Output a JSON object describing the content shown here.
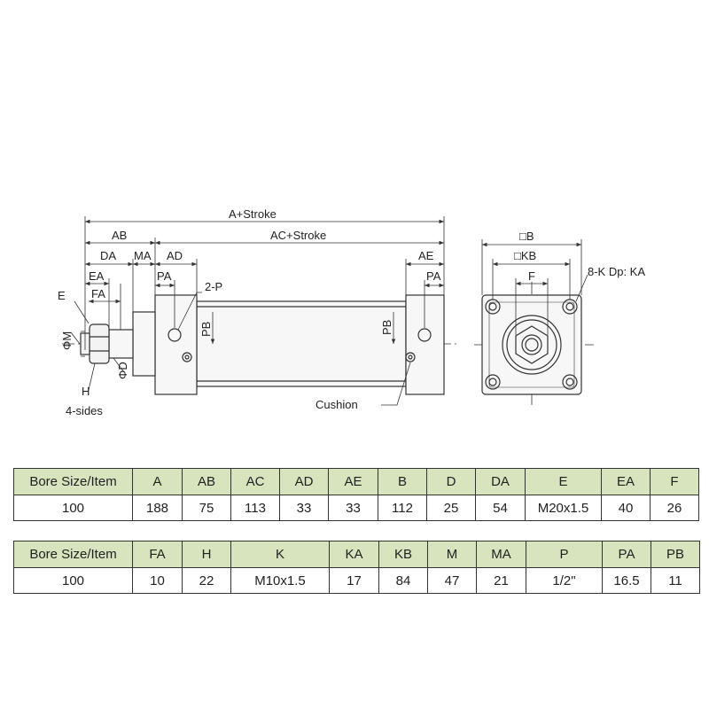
{
  "drawing": {
    "labels": {
      "a_stroke": "A+Stroke",
      "ab": "AB",
      "ac_stroke": "AC+Stroke",
      "da": "DA",
      "ma": "MA",
      "ad": "AD",
      "ae": "AE",
      "ea": "EA",
      "fa": "FA",
      "pa_left": "PA",
      "pa_right": "PA",
      "two_p": "2-P",
      "e": "E",
      "phi_m": "ΦM",
      "phi_d": "ΦD",
      "h": "H",
      "four_sides": "4-sides",
      "pb_left": "PB",
      "pb_right": "PB",
      "cushion": "Cushion",
      "b": "□B",
      "kb": "□KB",
      "f": "F",
      "k_dp": "8-K Dp: KA"
    }
  },
  "table1": {
    "headers": [
      "Bore Size/Item",
      "A",
      "AB",
      "AC",
      "AD",
      "AE",
      "B",
      "D",
      "DA",
      "E",
      "EA",
      "F"
    ],
    "values": [
      "100",
      "188",
      "75",
      "113",
      "33",
      "33",
      "112",
      "25",
      "54",
      "M20x1.5",
      "40",
      "26"
    ]
  },
  "table2": {
    "headers": [
      "Bore Size/Item",
      "FA",
      "H",
      "K",
      "KA",
      "KB",
      "M",
      "MA",
      "P",
      "PA",
      "PB"
    ],
    "values": [
      "100",
      "10",
      "22",
      "M10x1.5",
      "17",
      "84",
      "47",
      "21",
      "1/2\"",
      "16.5",
      "11"
    ]
  }
}
